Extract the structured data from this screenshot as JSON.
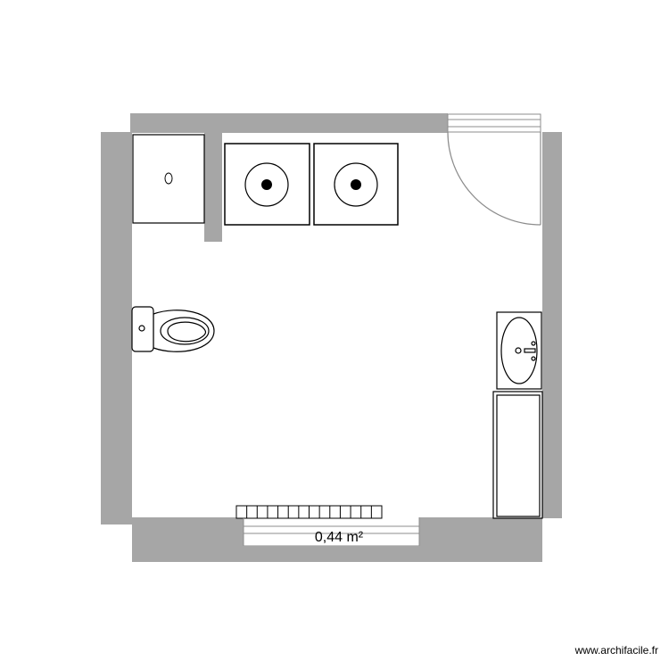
{
  "plan": {
    "area_label": "0,44 m²",
    "watermark": "www.archifacile.fr",
    "colors": {
      "wall": "#a6a6a6",
      "background": "#ffffff",
      "stroke": "#000000",
      "door": "#8c8c8c"
    },
    "fixtures": [
      {
        "name": "shower-tray",
        "icon": "shower-drain-icon"
      },
      {
        "name": "washbasin-left",
        "icon": "basin-icon"
      },
      {
        "name": "washbasin-right",
        "icon": "basin-icon"
      },
      {
        "name": "toilet",
        "icon": "toilet-icon"
      },
      {
        "name": "sink",
        "icon": "sink-icon"
      },
      {
        "name": "cabinet",
        "icon": "cabinet-icon"
      },
      {
        "name": "radiator",
        "icon": "radiator-icon"
      },
      {
        "name": "door",
        "icon": "door-swing-icon"
      },
      {
        "name": "window",
        "icon": "window-icon"
      }
    ]
  }
}
